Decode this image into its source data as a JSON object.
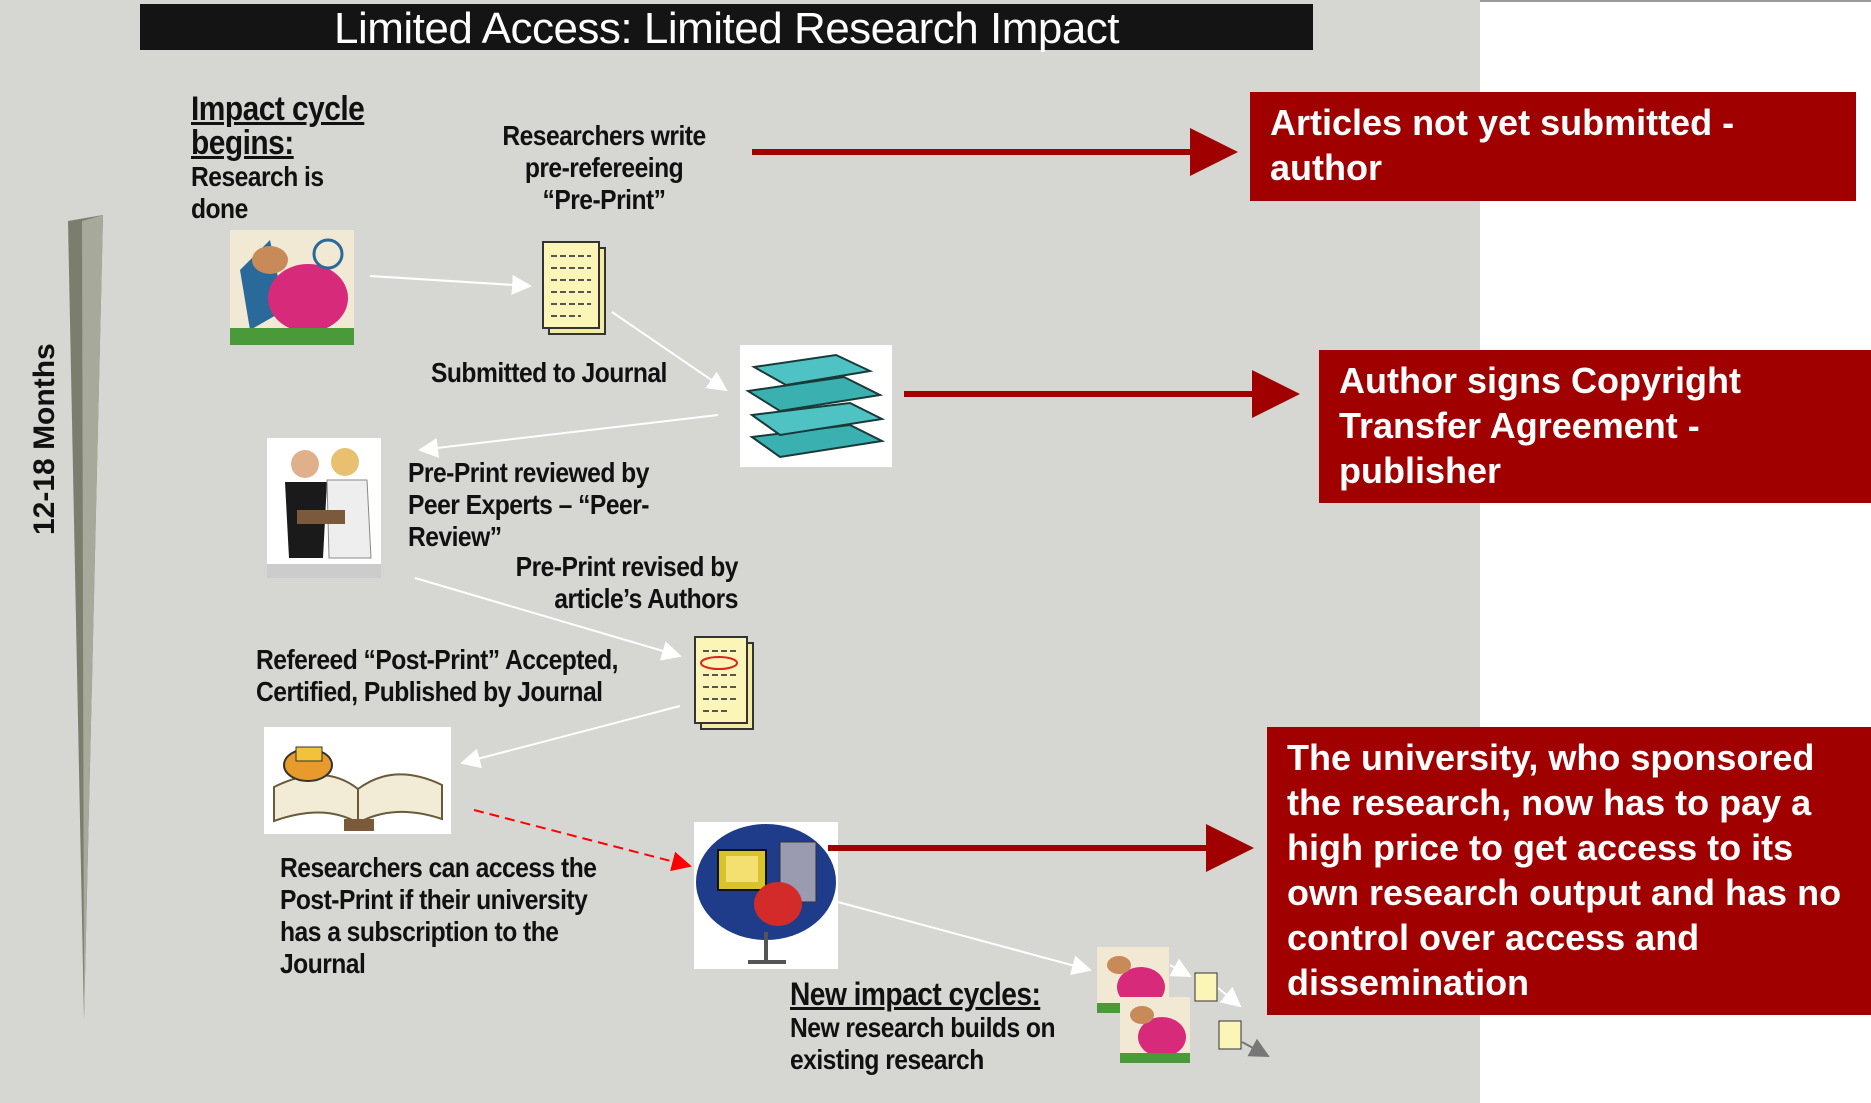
{
  "title": "Limited Access: Limited Research Impact",
  "timeline_label": "12-18 Months",
  "steps": {
    "begin_heading": "Impact cycle begins:",
    "begin_text": "Research is done",
    "write": "Researchers write pre-refereeing “Pre-Print”",
    "submitted": "Submitted to Journal",
    "reviewed": "Pre-Print reviewed by Peer Experts – “Peer-Review”",
    "revised": "Pre-Print revised by article’s Authors",
    "published": "Refereed “Post-Print” Accepted, Certified, Published by Journal",
    "access": "Researchers can access the Post-Print if their university has a subscription to the Journal",
    "new_heading": "New impact cycles:",
    "new_text": "New research builds on existing research"
  },
  "callouts": {
    "not_submitted": "Articles not yet submitted - author",
    "copyright": "Author signs Copyright Transfer Agreement - publisher",
    "university": "The university, who sponsored the research, now has to pay a high price to get access to its own research output and has no control over access and dissemination"
  },
  "colors": {
    "accent_red": "#a00000",
    "title_bar": "#141414",
    "slide_bg": "#d6d6d2"
  },
  "icons": [
    "researcher-icon",
    "preprint-document-icon",
    "journals-stack-icon",
    "peer-reviewers-icon",
    "revised-document-icon",
    "published-book-icon",
    "computer-user-icon",
    "new-cycle-icon"
  ]
}
